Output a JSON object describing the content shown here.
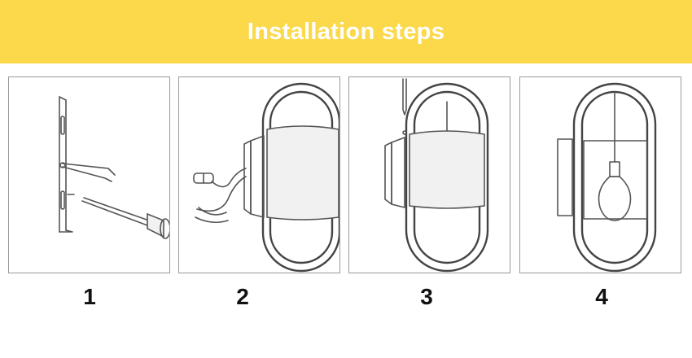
{
  "banner": {
    "title": "Installation steps",
    "color": "#fbd94a"
  },
  "steps": [
    {
      "number": "1"
    },
    {
      "number": "2"
    },
    {
      "number": "3"
    },
    {
      "number": "4"
    }
  ]
}
